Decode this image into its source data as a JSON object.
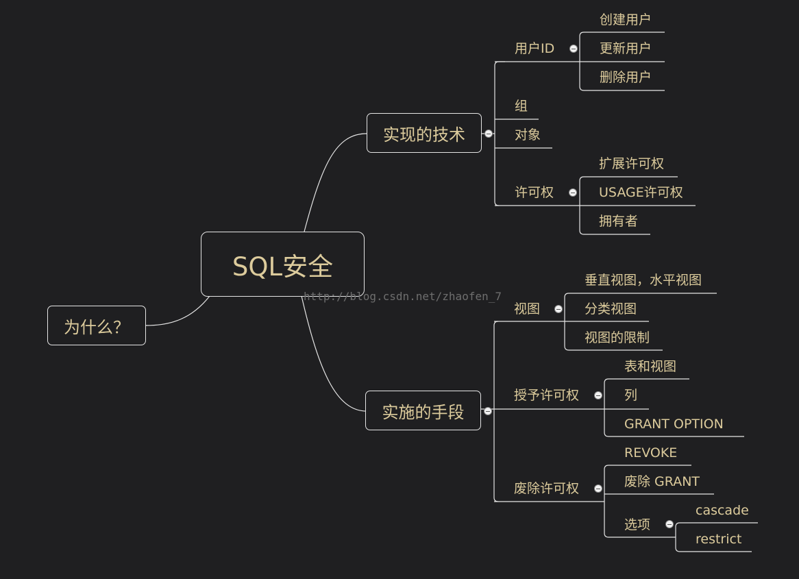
{
  "root": "SQL安全",
  "why": "为什么？",
  "tech": {
    "label": "实现的技术",
    "user_id": {
      "label": "用户ID",
      "children": [
        "创建用户",
        "更新用户",
        "删除用户"
      ]
    },
    "group": "组",
    "object": "对象",
    "permission": {
      "label": "许可权",
      "children": [
        "扩展许可权",
        "USAGE许可权",
        "拥有者"
      ]
    }
  },
  "means": {
    "label": "实施的手段",
    "view": {
      "label": "视图",
      "children": [
        "垂直视图，水平视图",
        "分类视图",
        "视图的限制"
      ]
    },
    "grant": {
      "label": "授予许可权",
      "children": [
        "表和视图",
        "列",
        "GRANT OPTION"
      ]
    },
    "revoke": {
      "label": "废除许可权",
      "children": [
        "REVOKE",
        "废除 GRANT"
      ],
      "options": {
        "label": "选项",
        "children": [
          "cascade",
          "restrict"
        ]
      }
    }
  },
  "watermark": "http://blog.csdn.net/zhaofen_7",
  "colors": {
    "background": "#1f1f21",
    "text": "#dccb9c",
    "line": "#e6e6e6"
  }
}
